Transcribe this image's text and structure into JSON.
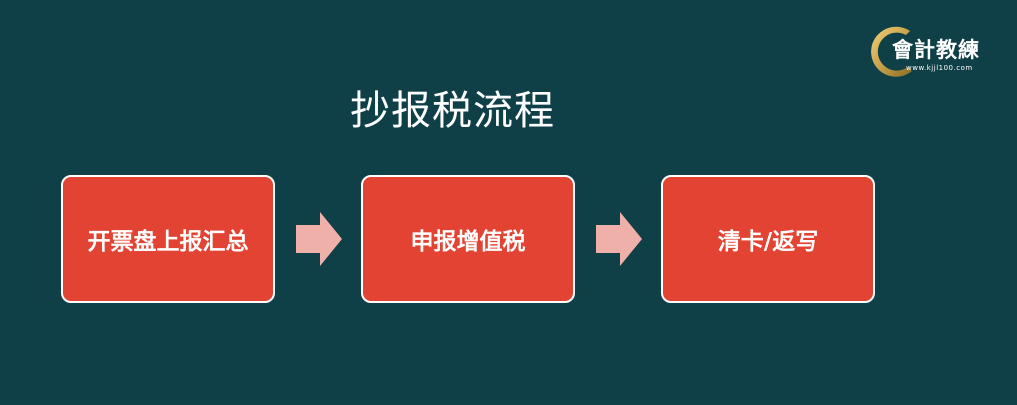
{
  "title": "抄报税流程",
  "steps": [
    {
      "label": "开票盘上报汇总"
    },
    {
      "label": "申报增值税"
    },
    {
      "label": "清卡/返写"
    }
  ],
  "logo": {
    "text": "會計教練",
    "url": "www.kjjl100.com"
  },
  "colors": {
    "background": "#0f4047",
    "step_fill": "#e24332",
    "step_border": "#ffffff",
    "arrow": "#f0b0aa",
    "logo_gold": "#c9a24a"
  }
}
